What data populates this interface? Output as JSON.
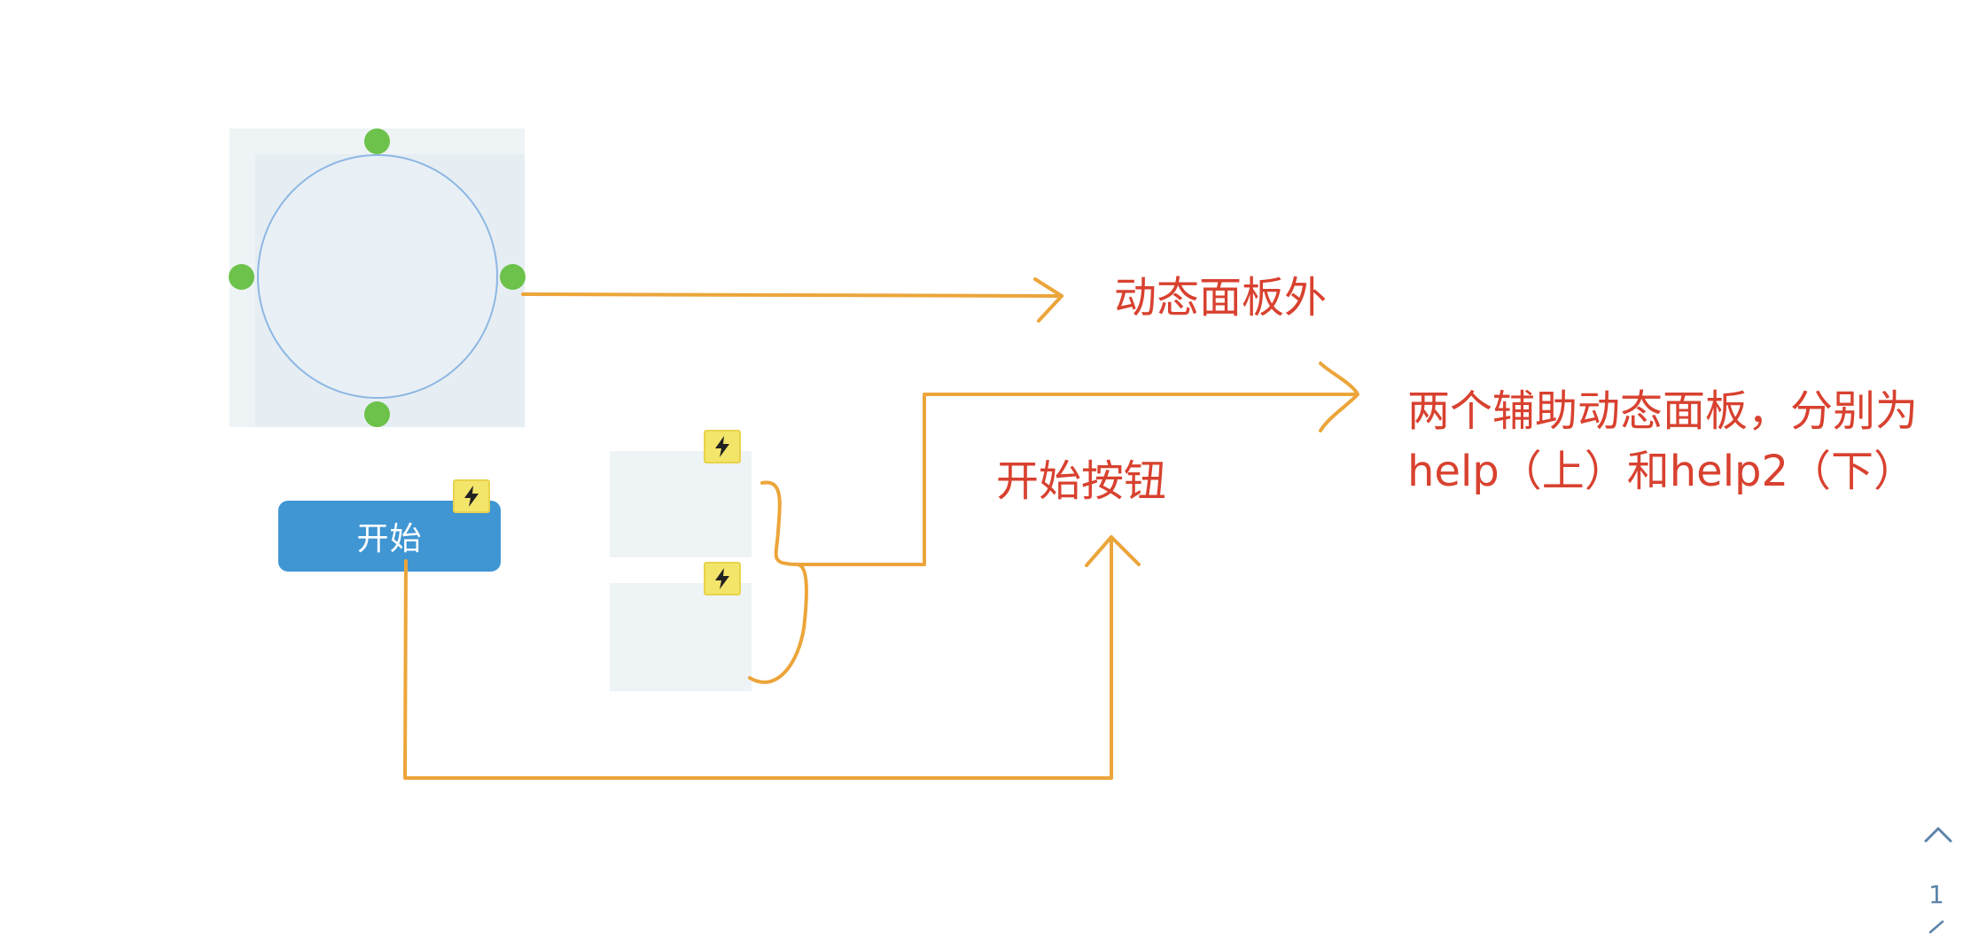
{
  "widgets": {
    "start_button_label": "开始"
  },
  "annotations": {
    "outside_label": "动态面板外",
    "start_label": "开始按钮",
    "helpers_line1": "两个辅助动态面板，分别为",
    "helpers_line2": "help（上）和help2（下）"
  },
  "page_nav": {
    "page_number": "1"
  },
  "colors": {
    "annotation_text": "#d8412f",
    "arrow": "#eca53a",
    "button": "#3f96d3",
    "handle": "#6cc24a",
    "event_badge": "#f3e56a",
    "circle_stroke": "#8eb7e3"
  },
  "icons": {
    "event_badge": "lightning-bolt-icon",
    "resize_handle": "green-dot-handle",
    "scroll_up": "chevron-up-icon"
  }
}
